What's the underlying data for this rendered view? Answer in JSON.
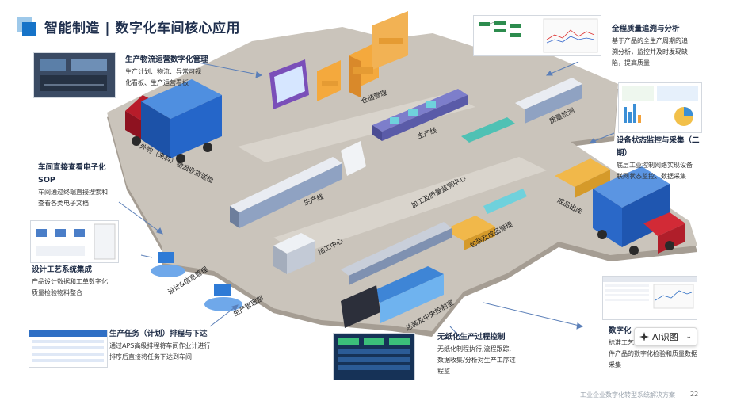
{
  "header": {
    "title": "智能制造 | 数字化车间核心应用"
  },
  "footer": {
    "text": "工业企业数字化转型系统解决方案",
    "page": "22"
  },
  "annotations": {
    "logistics": {
      "title": "生产物流运营数字化管理",
      "desc1": "生产计划、物流、异常可视",
      "desc2": "化看板、生产运营看板"
    },
    "quality_trace": {
      "title": "全程质量追溯与分析",
      "desc1": "基于产品的全生产周期的追",
      "desc2": "溯分析，监控并及时发现缺",
      "desc3": "陷，提高质量"
    },
    "monitoring": {
      "title1": "设备状态监控与采集（二",
      "title2": "期）",
      "desc1": "底层工业控制网络实现设备",
      "desc2": "联网状态监控、数据采集"
    },
    "sop": {
      "title1": "车间直接查看电子化",
      "title2": "SOP",
      "desc1": "车间通过终端直接搜索和",
      "desc2": "查看各类电子文档"
    },
    "process_integration": {
      "title": "设计工艺系统集成",
      "desc1": "产品设计数据和工单数字化",
      "desc2": "质量检验物料整合"
    },
    "task_dispatch": {
      "title": "生产任务（计划）排程与下达",
      "desc1": "通过APS高级排程将车间作业计进行",
      "desc2": "排序后直接将任务下达到车间"
    },
    "paperless": {
      "title": "无纸化生产过程控制",
      "desc1": "无纸化制程执行,流程跟踪,",
      "desc2": "数据收集/分析对生产工序过",
      "desc3": "程监"
    },
    "digital_inspection": {
      "title": "数字化",
      "desc1": "标准工艺对采的检验指标完成单",
      "desc2": "件产品的数字化检验和质量数据",
      "desc3": "采集"
    }
  },
  "zones": {
    "warehouse": "仓储管理",
    "line_top": "生产线",
    "line_mid": "生产线",
    "inbound": "外购（来料）物流收货送检",
    "quality_check": "质量检测",
    "qc_center": "加工及质量监测中心",
    "finished_goods": "成品出库",
    "machining": "加工中心",
    "packaging": "包装及成品管理",
    "design_mgmt": "设计&信息管理",
    "production_dept": "生产管理部",
    "central_control": "总装及中央控制室"
  },
  "widget": {
    "label": "AI识图"
  },
  "colors": {
    "accent": "#1673c8",
    "floor": "#cac4bb",
    "title": "#1f2f4d"
  }
}
